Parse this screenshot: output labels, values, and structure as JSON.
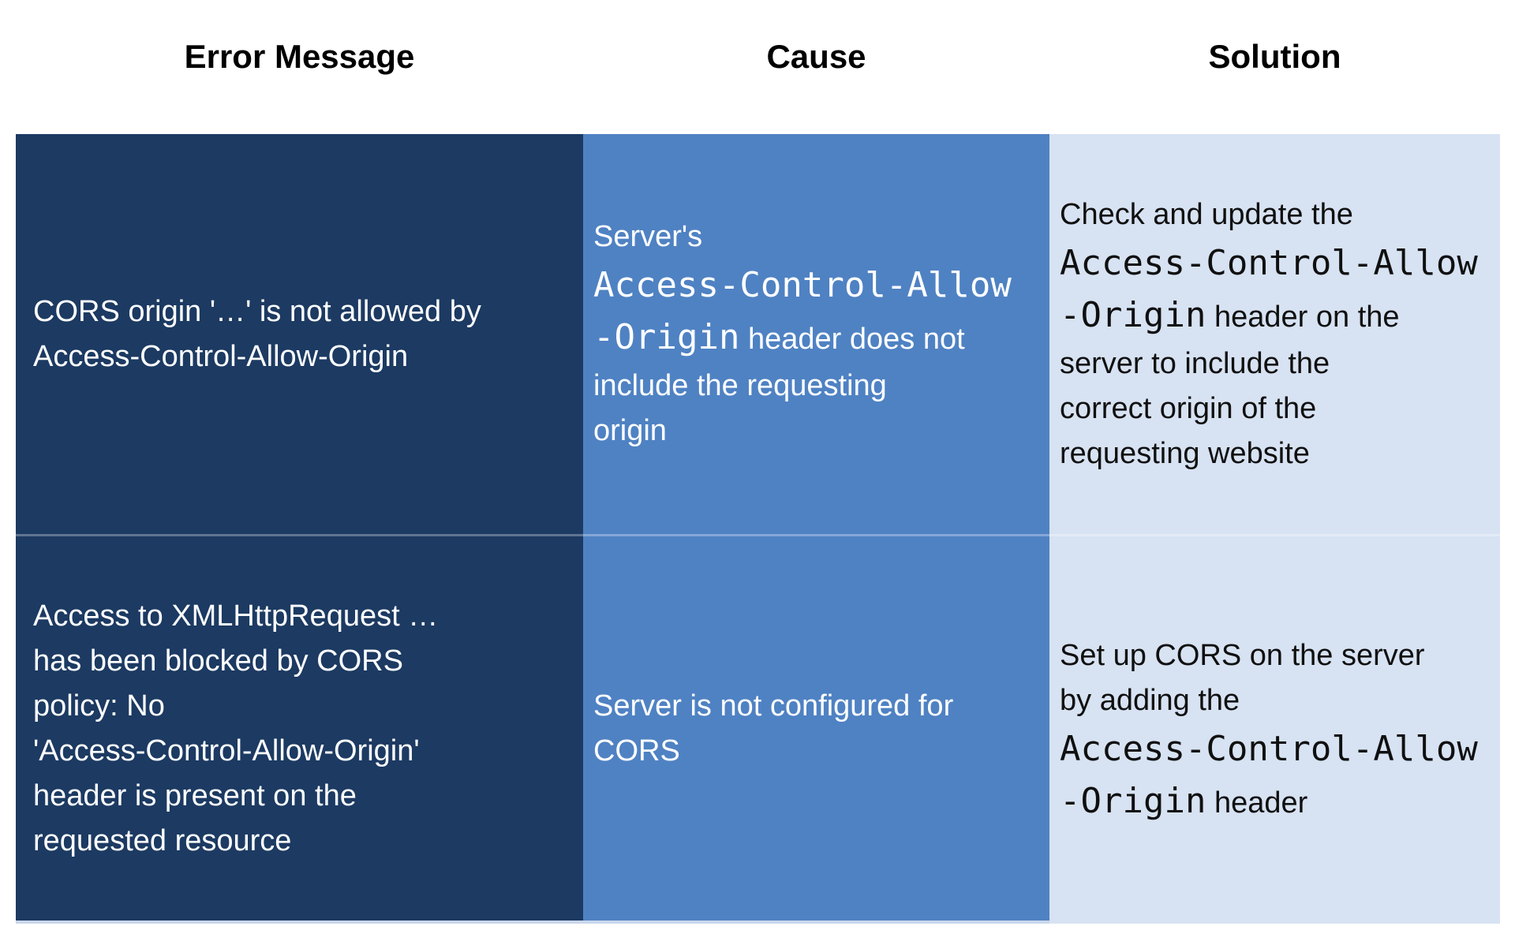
{
  "colors": {
    "page_bg": "#ffffff",
    "header_text": "#000000",
    "col1_bg": "#1c3a62",
    "col2_bg": "#4f82c3",
    "col3_bg": "#d7e2f2",
    "light_text": "#ffffff",
    "dark_text": "#101010",
    "row_divider": "rgba(255,255,255,0.3)",
    "bottom_strip": "#c9d7ec"
  },
  "table": {
    "headers": [
      {
        "label": "Error Message"
      },
      {
        "label": "Cause"
      },
      {
        "label": "Solution"
      }
    ],
    "rows": [
      {
        "cells": [
          {
            "column": "Error Message",
            "lines": [
              [
                {
                  "text": "CORS origin '…' is not allowed by"
                }
              ],
              [
                {
                  "text": "Access-Control-Allow-Origin"
                }
              ]
            ]
          },
          {
            "column": "Cause",
            "lines": [
              [
                {
                  "text": "Server's"
                }
              ],
              [
                {
                  "text": "Access-Control-Allow",
                  "mono": true
                }
              ],
              [
                {
                  "text": "-Origin",
                  "mono": true
                },
                {
                  "text": " header does not"
                }
              ],
              [
                {
                  "text": "include the requesting"
                }
              ],
              [
                {
                  "text": "origin"
                }
              ]
            ]
          },
          {
            "column": "Solution",
            "lines": [
              [
                {
                  "text": "Check and update the"
                }
              ],
              [
                {
                  "text": "Access-Control-Allow",
                  "mono": true
                }
              ],
              [
                {
                  "text": "-Origin",
                  "mono": true
                },
                {
                  "text": " header on the"
                }
              ],
              [
                {
                  "text": "server to include the"
                }
              ],
              [
                {
                  "text": "correct origin of the"
                }
              ],
              [
                {
                  "text": "requesting website"
                }
              ]
            ]
          }
        ]
      },
      {
        "cells": [
          {
            "column": "Error Message",
            "lines": [
              [
                {
                  "text": "Access to XMLHttpRequest …"
                }
              ],
              [
                {
                  "text": "has been blocked by CORS"
                }
              ],
              [
                {
                  "text": "policy: No"
                }
              ],
              [
                {
                  "text": "'Access-Control-Allow-Origin'"
                }
              ],
              [
                {
                  "text": "header is present on the"
                }
              ],
              [
                {
                  "text": "requested resource"
                }
              ]
            ]
          },
          {
            "column": "Cause",
            "lines": [
              [
                {
                  "text": "Server is not configured for"
                }
              ],
              [
                {
                  "text": "CORS"
                }
              ]
            ]
          },
          {
            "column": "Solution",
            "lines": [
              [
                {
                  "text": "Set up CORS on the server"
                }
              ],
              [
                {
                  "text": "by adding the"
                }
              ],
              [
                {
                  "text": "Access-Control-Allow",
                  "mono": true
                }
              ],
              [
                {
                  "text": "-Origin",
                  "mono": true
                },
                {
                  "text": " header"
                }
              ]
            ]
          }
        ]
      }
    ]
  }
}
